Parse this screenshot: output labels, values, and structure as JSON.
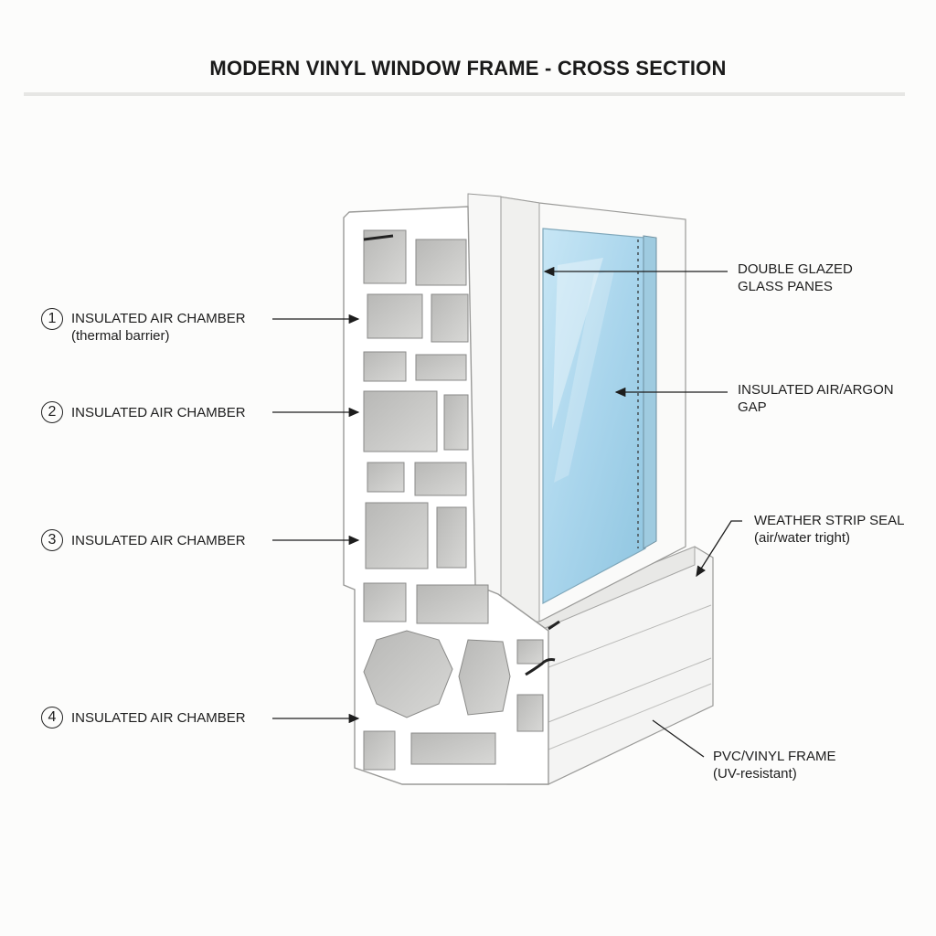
{
  "title": "MODERN VINYL WINDOW FRAME - CROSS SECTION",
  "left_callouts": [
    {
      "number": "1",
      "line1": "INSULATED AIR CHAMBER",
      "line2": "(thermal barrier)"
    },
    {
      "number": "2",
      "line1": "INSULATED AIR CHAMBER",
      "line2": ""
    },
    {
      "number": "3",
      "line1": "INSULATED AIR CHAMBER",
      "line2": ""
    },
    {
      "number": "4",
      "line1": "INSULATED AIR CHAMBER",
      "line2": ""
    }
  ],
  "right_callouts": [
    {
      "line1": "DOUBLE GLAZED",
      "line2": "GLASS PANES"
    },
    {
      "line1": "INSULATED AIR/ARGON",
      "line2": "GAP"
    },
    {
      "line1": "WEATHER STRIP SEAL",
      "line2": "(air/water tright)"
    },
    {
      "line1": "PVC/VINYL FRAME",
      "line2": "(UV-resistant)"
    }
  ],
  "colors": {
    "frame": "#ffffff",
    "chamber": "#c9c9c7",
    "glass": "#bfe0f0",
    "outline": "#8a8a88"
  }
}
